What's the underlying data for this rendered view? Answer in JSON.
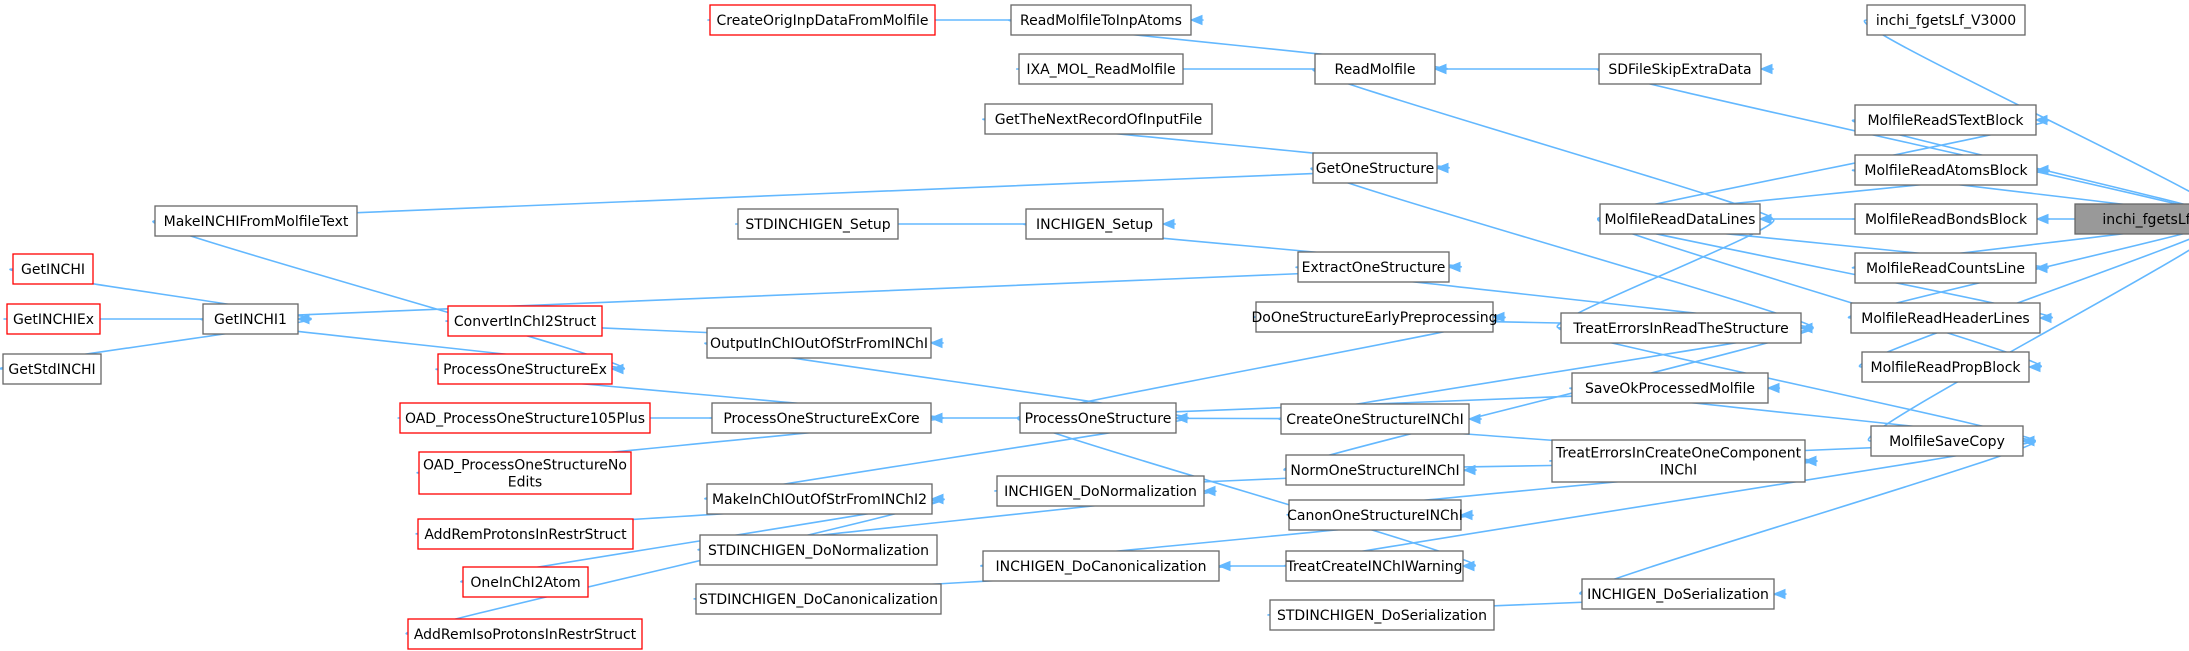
{
  "graph": {
    "colors": {
      "edge": "#63b8ff",
      "node_border": "#666666",
      "red_border": "#ff0000",
      "target_fill": "#999999"
    },
    "nodes": {
      "inchi_fgetsLf": {
        "label": [
          "inchi_fgetsLf"
        ],
        "style": "target"
      },
      "inchi_fgetsLf_V3000": {
        "label": [
          "inchi_fgetsLf_V3000"
        ]
      },
      "SDFileSkipExtraData": {
        "label": [
          "SDFileSkipExtraData"
        ]
      },
      "MolfileReadSTextBlock": {
        "label": [
          "MolfileReadSTextBlock"
        ]
      },
      "MolfileReadAtomsBlock": {
        "label": [
          "MolfileReadAtomsBlock"
        ]
      },
      "MolfileReadBondsBlock": {
        "label": [
          "MolfileReadBondsBlock"
        ]
      },
      "MolfileReadCountsLine": {
        "label": [
          "MolfileReadCountsLine"
        ]
      },
      "MolfileReadHeaderLines": {
        "label": [
          "MolfileReadHeaderLines"
        ]
      },
      "MolfileReadPropBlock": {
        "label": [
          "MolfileReadPropBlock"
        ]
      },
      "MolfileSaveCopy": {
        "label": [
          "MolfileSaveCopy"
        ]
      },
      "ReadMolfile": {
        "label": [
          "ReadMolfile"
        ]
      },
      "MolfileReadDataLines": {
        "label": [
          "MolfileReadDataLines"
        ]
      },
      "ReadMolfileToInpAtoms": {
        "label": [
          "ReadMolfileToInpAtoms"
        ]
      },
      "IXA_MOL_ReadMolfile": {
        "label": [
          "IXA_MOL_ReadMolfile"
        ]
      },
      "CreateOrigInpDataFromMolfile": {
        "label": [
          "CreateOrigInpDataFromMolfile"
        ],
        "style": "red"
      },
      "GetOneStructure": {
        "label": [
          "GetOneStructure"
        ]
      },
      "TreatErrorsInReadTheStructure": {
        "label": [
          "TreatErrorsInReadTheStructure"
        ]
      },
      "GetTheNextRecordOfInputFile": {
        "label": [
          "GetTheNextRecordOfInputFile"
        ]
      },
      "MakeINCHIFromMolfileText": {
        "label": [
          "MakeINCHIFromMolfileText"
        ]
      },
      "ExtractOneStructure": {
        "label": [
          "ExtractOneStructure"
        ]
      },
      "INCHIGEN_Setup": {
        "label": [
          "INCHIGEN_Setup"
        ]
      },
      "STDINCHIGEN_Setup": {
        "label": [
          "STDINCHIGEN_Setup"
        ]
      },
      "GetINCHI1": {
        "label": [
          "GetINCHI1"
        ]
      },
      "GetINCHI": {
        "label": [
          "GetINCHI"
        ],
        "style": "red"
      },
      "GetINCHIEx": {
        "label": [
          "GetINCHIEx"
        ],
        "style": "red"
      },
      "GetStdINCHI": {
        "label": [
          "GetStdINCHI"
        ]
      },
      "DoOneStructureEarlyPreprocessing": {
        "label": [
          "DoOneStructureEarlyPreprocessing"
        ]
      },
      "ProcessOneStructure": {
        "label": [
          "ProcessOneStructure"
        ]
      },
      "CreateOneStructureINChI": {
        "label": [
          "CreateOneStructureINChI"
        ]
      },
      "NormOneStructureINChI": {
        "label": [
          "NormOneStructureINChI"
        ]
      },
      "SaveOkProcessedMolfile": {
        "label": [
          "SaveOkProcessedMolfile"
        ]
      },
      "TreatErrorsInCreateOneComponentINChI": {
        "label": [
          "TreatErrorsInCreateOneComponent",
          "INChI"
        ]
      },
      "CanonOneStructureINChI": {
        "label": [
          "CanonOneStructureINChI"
        ]
      },
      "TreatCreateINChIWarning": {
        "label": [
          "TreatCreateINChIWarning"
        ]
      },
      "INCHIGEN_DoSerialization": {
        "label": [
          "INCHIGEN_DoSerialization"
        ]
      },
      "STDINCHIGEN_DoSerialization": {
        "label": [
          "STDINCHIGEN_DoSerialization"
        ]
      },
      "OutputInChIOutOfStrFromINChI": {
        "label": [
          "OutputInChIOutOfStrFromINChI"
        ]
      },
      "ConvertInChI2Struct": {
        "label": [
          "ConvertInChI2Struct"
        ],
        "style": "red"
      },
      "ProcessOneStructureEx": {
        "label": [
          "ProcessOneStructureEx"
        ],
        "style": "red"
      },
      "ProcessOneStructureExCore": {
        "label": [
          "ProcessOneStructureExCore"
        ]
      },
      "OAD_ProcessOneStructure105Plus": {
        "label": [
          "OAD_ProcessOneStructure105Plus"
        ],
        "style": "red"
      },
      "OAD_ProcessOneStructureNoEdits": {
        "label": [
          "OAD_ProcessOneStructureNo",
          "Edits"
        ],
        "style": "red"
      },
      "MakeInChIOutOfStrFromINChI2": {
        "label": [
          "MakeInChIOutOfStrFromINChI2"
        ]
      },
      "AddRemProtonsInRestrStruct": {
        "label": [
          "AddRemProtonsInRestrStruct"
        ],
        "style": "red"
      },
      "OneInChI2Atom": {
        "label": [
          "OneInChI2Atom"
        ],
        "style": "red"
      },
      "AddRemIsoProtonsInRestrStruct": {
        "label": [
          "AddRemIsoProtonsInRestrStruct"
        ],
        "style": "red"
      },
      "INCHIGEN_DoNormalization": {
        "label": [
          "INCHIGEN_DoNormalization"
        ]
      },
      "STDINCHIGEN_DoNormalization": {
        "label": [
          "STDINCHIGEN_DoNormalization"
        ]
      },
      "INCHIGEN_DoCanonicalization": {
        "label": [
          "INCHIGEN_DoCanonicalization"
        ]
      },
      "STDINCHIGEN_DoCanonicalization": {
        "label": [
          "STDINCHIGEN_DoCanonicalization"
        ]
      }
    },
    "edges": [
      [
        "inchi_fgetsLf_V3000",
        "inchi_fgetsLf"
      ],
      [
        "SDFileSkipExtraData",
        "inchi_fgetsLf"
      ],
      [
        "MolfileReadSTextBlock",
        "inchi_fgetsLf"
      ],
      [
        "MolfileReadAtomsBlock",
        "inchi_fgetsLf"
      ],
      [
        "MolfileReadBondsBlock",
        "inchi_fgetsLf"
      ],
      [
        "MolfileReadCountsLine",
        "inchi_fgetsLf"
      ],
      [
        "MolfileReadHeaderLines",
        "inchi_fgetsLf"
      ],
      [
        "MolfileReadPropBlock",
        "inchi_fgetsLf"
      ],
      [
        "MolfileSaveCopy",
        "inchi_fgetsLf"
      ],
      [
        "ReadMolfile",
        "SDFileSkipExtraData"
      ],
      [
        "MolfileReadDataLines",
        "MolfileReadSTextBlock"
      ],
      [
        "MolfileReadDataLines",
        "MolfileReadAtomsBlock"
      ],
      [
        "MolfileReadDataLines",
        "MolfileReadBondsBlock"
      ],
      [
        "MolfileReadDataLines",
        "MolfileReadCountsLine"
      ],
      [
        "MolfileReadDataLines",
        "MolfileReadHeaderLines"
      ],
      [
        "MolfileReadDataLines",
        "MolfileReadPropBlock"
      ],
      [
        "ReadMolfile",
        "MolfileReadDataLines"
      ],
      [
        "ReadMolfileToInpAtoms",
        "ReadMolfile"
      ],
      [
        "IXA_MOL_ReadMolfile",
        "ReadMolfile"
      ],
      [
        "CreateOrigInpDataFromMolfile",
        "ReadMolfileToInpAtoms"
      ],
      [
        "TreatErrorsInReadTheStructure",
        "MolfileReadDataLines"
      ],
      [
        "TreatErrorsInReadTheStructure",
        "MolfileSaveCopy"
      ],
      [
        "SaveOkProcessedMolfile",
        "MolfileSaveCopy"
      ],
      [
        "TreatErrorsInCreateOneComponentINChI",
        "MolfileSaveCopy"
      ],
      [
        "TreatCreateINChIWarning",
        "MolfileSaveCopy"
      ],
      [
        "INCHIGEN_DoSerialization",
        "MolfileSaveCopy"
      ],
      [
        "GetOneStructure",
        "TreatErrorsInReadTheStructure"
      ],
      [
        "ExtractOneStructure",
        "TreatErrorsInReadTheStructure"
      ],
      [
        "DoOneStructureEarlyPreprocessing",
        "TreatErrorsInReadTheStructure"
      ],
      [
        "CreateOneStructureINChI",
        "TreatErrorsInReadTheStructure"
      ],
      [
        "NormOneStructureINChI",
        "TreatErrorsInReadTheStructure"
      ],
      [
        "GetTheNextRecordOfInputFile",
        "GetOneStructure"
      ],
      [
        "MakeINCHIFromMolfileText",
        "GetOneStructure"
      ],
      [
        "INCHIGEN_Setup",
        "ExtractOneStructure"
      ],
      [
        "GetINCHI1",
        "ExtractOneStructure"
      ],
      [
        "STDINCHIGEN_Setup",
        "INCHIGEN_Setup"
      ],
      [
        "GetINCHI",
        "GetINCHI1"
      ],
      [
        "GetINCHIEx",
        "GetINCHI1"
      ],
      [
        "GetStdINCHI",
        "GetINCHI1"
      ],
      [
        "ProcessOneStructure",
        "DoOneStructureEarlyPreprocessing"
      ],
      [
        "ProcessOneStructure",
        "SaveOkProcessedMolfile"
      ],
      [
        "ProcessOneStructure",
        "CreateOneStructureINChI"
      ],
      [
        "ProcessOneStructure",
        "TreatCreateINChIWarning"
      ],
      [
        "CreateOneStructureINChI",
        "TreatErrorsInCreateOneComponentINChI"
      ],
      [
        "NormOneStructureINChI",
        "TreatErrorsInCreateOneComponentINChI"
      ],
      [
        "CanonOneStructureINChI",
        "TreatErrorsInCreateOneComponentINChI"
      ],
      [
        "STDINCHIGEN_DoSerialization",
        "INCHIGEN_DoSerialization"
      ],
      [
        "OutputInChIOutOfStrFromINChI",
        "ProcessOneStructure"
      ],
      [
        "ProcessOneStructureExCore",
        "ProcessOneStructure"
      ],
      [
        "MakeInChIOutOfStrFromINChI2",
        "ProcessOneStructure"
      ],
      [
        "ConvertInChI2Struct",
        "OutputInChIOutOfStrFromINChI"
      ],
      [
        "ProcessOneStructureEx",
        "ProcessOneStructureExCore"
      ],
      [
        "OAD_ProcessOneStructure105Plus",
        "ProcessOneStructureExCore"
      ],
      [
        "OAD_ProcessOneStructureNoEdits",
        "ProcessOneStructureExCore"
      ],
      [
        "MakeINCHIFromMolfileText",
        "ProcessOneStructureEx"
      ],
      [
        "GetINCHI1",
        "ProcessOneStructureEx"
      ],
      [
        "AddRemProtonsInRestrStruct",
        "MakeInChIOutOfStrFromINChI2"
      ],
      [
        "OneInChI2Atom",
        "MakeInChIOutOfStrFromINChI2"
      ],
      [
        "AddRemIsoProtonsInRestrStruct",
        "MakeInChIOutOfStrFromINChI2"
      ],
      [
        "INCHIGEN_DoNormalization",
        "NormOneStructureINChI"
      ],
      [
        "STDINCHIGEN_DoNormalization",
        "INCHIGEN_DoNormalization"
      ],
      [
        "INCHIGEN_DoCanonicalization",
        "CanonOneStructureINChI"
      ],
      [
        "INCHIGEN_DoCanonicalization",
        "TreatCreateINChIWarning"
      ],
      [
        "STDINCHIGEN_DoCanonicalization",
        "INCHIGEN_DoCanonicalization"
      ]
    ]
  }
}
